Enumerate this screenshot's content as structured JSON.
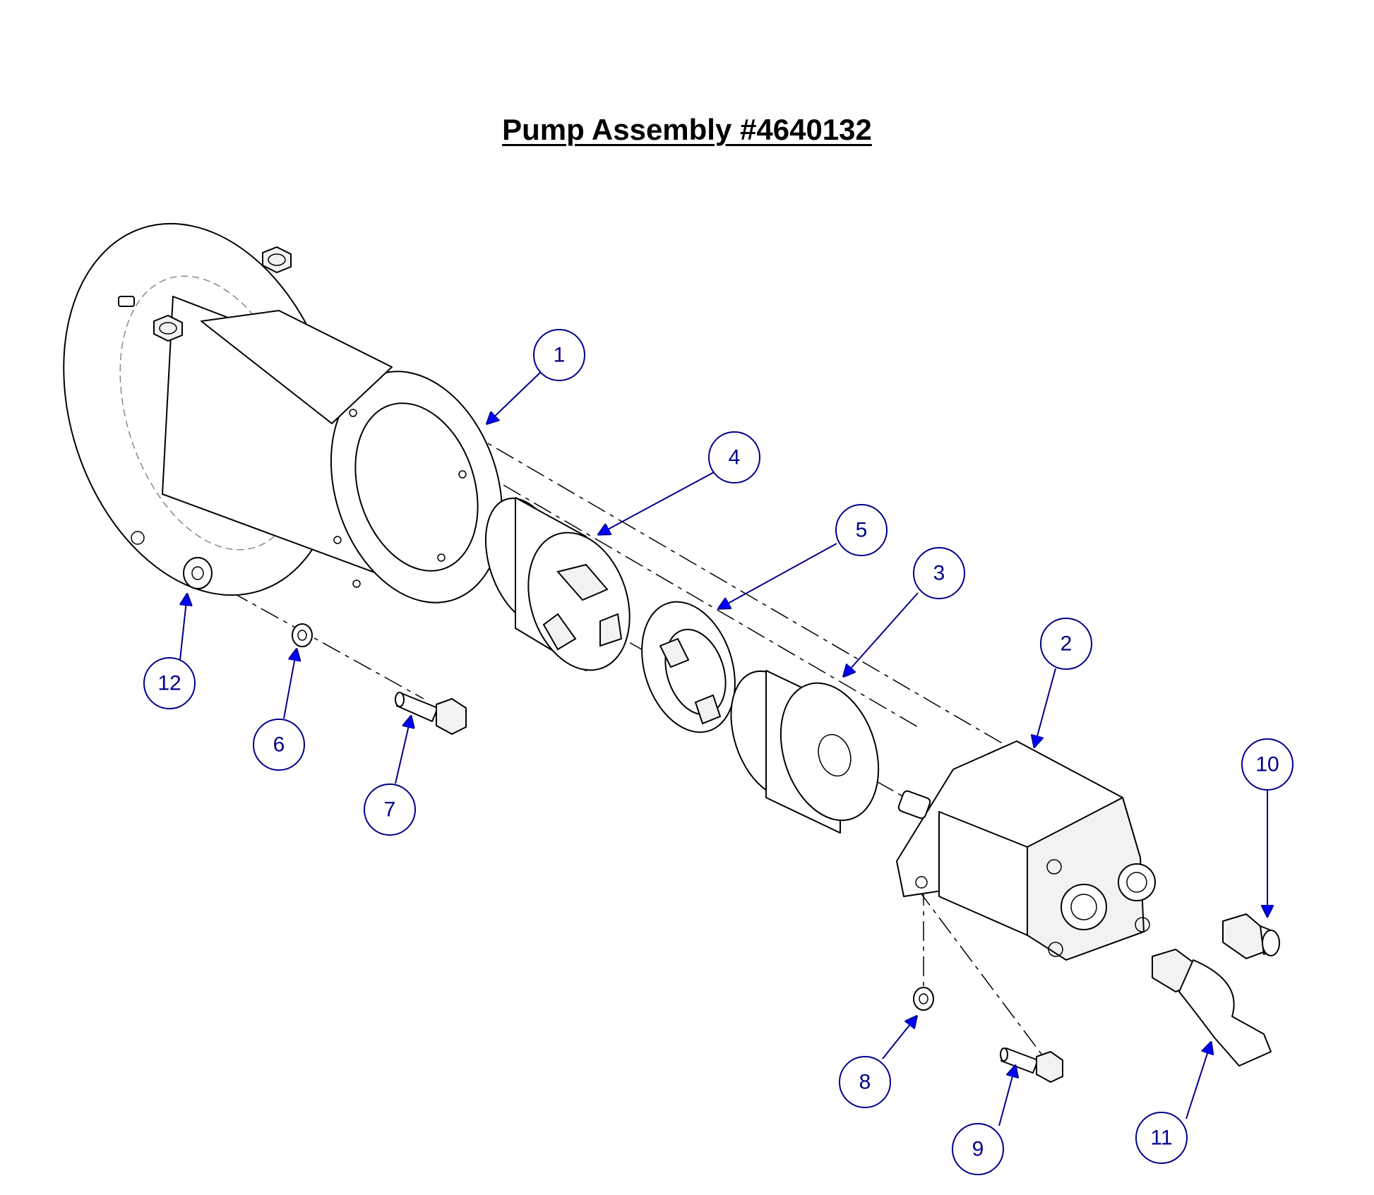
{
  "title": "Pump Assembly #4640132",
  "colors": {
    "balloon": "#00008b",
    "arrow": "#0000ff",
    "line": "#000000"
  },
  "balloons": [
    {
      "id": "1",
      "label": "1"
    },
    {
      "id": "2",
      "label": "2"
    },
    {
      "id": "3",
      "label": "3"
    },
    {
      "id": "4",
      "label": "4"
    },
    {
      "id": "5",
      "label": "5"
    },
    {
      "id": "6",
      "label": "6"
    },
    {
      "id": "7",
      "label": "7"
    },
    {
      "id": "8",
      "label": "8"
    },
    {
      "id": "9",
      "label": "9"
    },
    {
      "id": "10",
      "label": "10"
    },
    {
      "id": "11",
      "label": "11"
    },
    {
      "id": "12",
      "label": "12"
    }
  ]
}
